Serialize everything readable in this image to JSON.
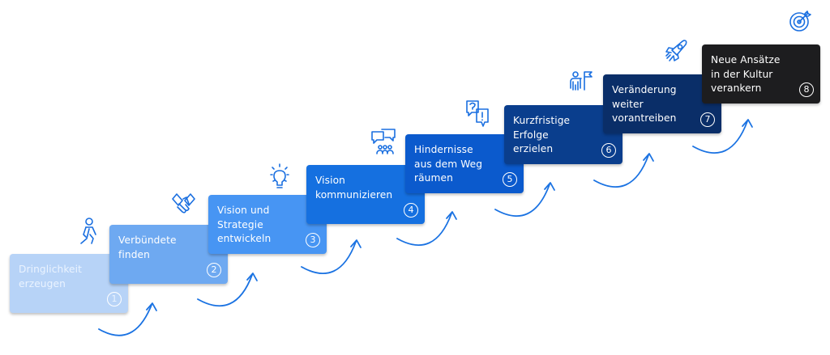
{
  "diagram": {
    "type": "staircase-process",
    "steps": [
      {
        "number": "1",
        "label": "Dringlichkeit\nerzeugen",
        "icon": "walking-person-icon",
        "color": "#b7d3f7"
      },
      {
        "number": "2",
        "label": "Verbündete\nfinden",
        "icon": "handshake-icon",
        "color": "#6ea9f1"
      },
      {
        "number": "3",
        "label": "Vision und\nStrategie\nentwickeln",
        "icon": "lightbulb-icon",
        "color": "#4795f3"
      },
      {
        "number": "4",
        "label": "Vision\nkommunizieren",
        "icon": "group-chat-icon",
        "color": "#1570e0"
      },
      {
        "number": "5",
        "label": "Hindernisse\naus dem Weg\nräumen",
        "icon": "question-exclamation-bubbles-icon",
        "color": "#0b5acd"
      },
      {
        "number": "6",
        "label": "Kurzfristige\nErfolge\nerzielen",
        "icon": "person-with-flag-icon",
        "color": "#0a3e8d"
      },
      {
        "number": "7",
        "label": "Veränderung\nweiter\nvorantreiben",
        "icon": "rocket-icon",
        "color": "#0a2e68"
      },
      {
        "number": "8",
        "label": "Neue Ansätze\nin der Kultur\nverankern",
        "icon": "target-icon",
        "color": "#1d1d1f"
      }
    ],
    "accent_color": "#1a6fe0"
  }
}
